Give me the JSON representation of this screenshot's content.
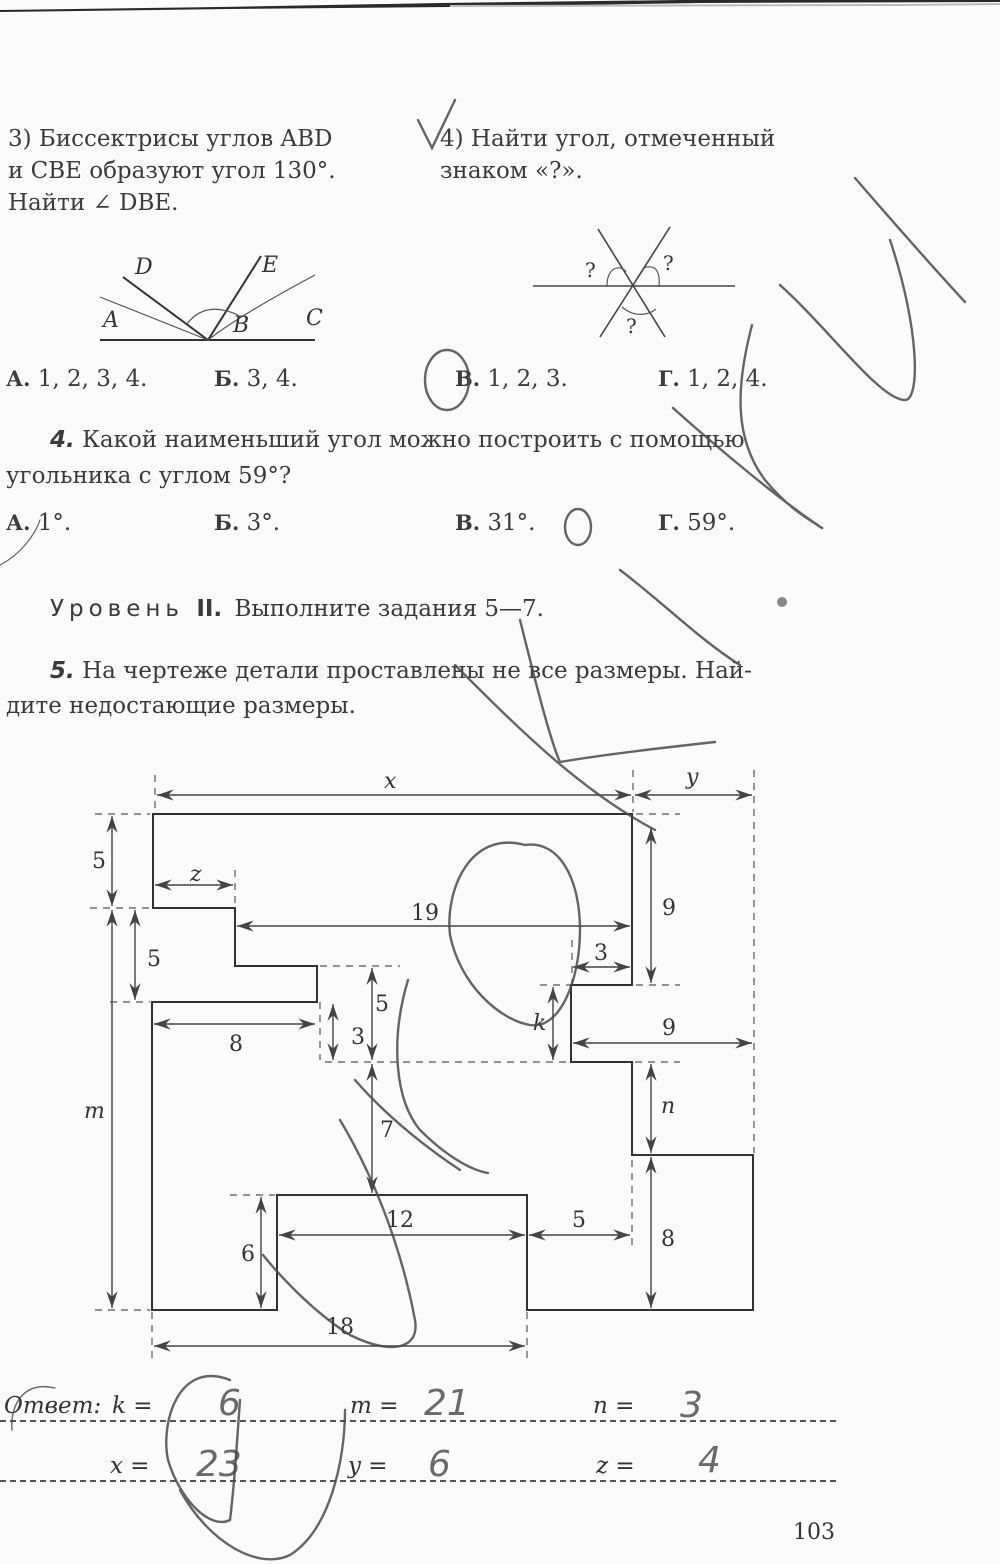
{
  "task3": {
    "number": "3)",
    "line1": "Биссектрисы углов ABD",
    "line2": "и CBE образуют угол 130°.",
    "line3": "Найти ∠ DBE.",
    "figure_labels": {
      "A": "A",
      "B": "B",
      "C": "C",
      "D": "D",
      "E": "E"
    }
  },
  "task4_sub": {
    "number": "4)",
    "line1": "Найти угол, отмеченный",
    "line2": "знаком «?».",
    "figure_marks": [
      "?",
      "?",
      "?"
    ]
  },
  "q3_options": [
    {
      "letter": "А.",
      "text": "1, 2, 3, 4."
    },
    {
      "letter": "Б.",
      "text": "3, 4."
    },
    {
      "letter": "В.",
      "text": "1, 2, 3."
    },
    {
      "letter": "Г.",
      "text": "1, 2, 4."
    }
  ],
  "question4": {
    "number": "4.",
    "line1": "Какой наименьший угол можно построить с помощью",
    "line2": "угольника с углом 59°?",
    "options": [
      {
        "letter": "А.",
        "text": "1°."
      },
      {
        "letter": "Б.",
        "text": "3°."
      },
      {
        "letter": "В.",
        "text": "31°."
      },
      {
        "letter": "Г.",
        "text": "59°."
      }
    ]
  },
  "level": {
    "label": "Уровень",
    "roman": "II.",
    "text": "Выполните задания 5—7."
  },
  "question5": {
    "number": "5.",
    "line1": "На чертеже детали проставлены не все размеры. Най-",
    "line2": "дите недостающие размеры."
  },
  "drawing": {
    "dimensions": {
      "x": "x",
      "y": "y",
      "z": "z",
      "k": "k",
      "m": "m",
      "n": "n",
      "top_left_5": "5",
      "left_5": "5",
      "mid_5": "5",
      "mid_3": "3",
      "d19": "19",
      "d9_right": "9",
      "d3": "3",
      "d9_horizontal": "9",
      "d8_left": "8",
      "d7": "7",
      "d12": "12",
      "d5_bottom": "5",
      "d8_right": "8",
      "d6": "6",
      "d18": "18"
    }
  },
  "answer": {
    "label": "Ответ:",
    "fields": [
      {
        "var": "k =",
        "value": "6"
      },
      {
        "var": "m =",
        "value": "21"
      },
      {
        "var": "n =",
        "value": "3"
      },
      {
        "var": "x =",
        "value": "23"
      },
      {
        "var": "y =",
        "value": "6"
      },
      {
        "var": "z =",
        "value": "4"
      }
    ]
  },
  "page_number": "103"
}
